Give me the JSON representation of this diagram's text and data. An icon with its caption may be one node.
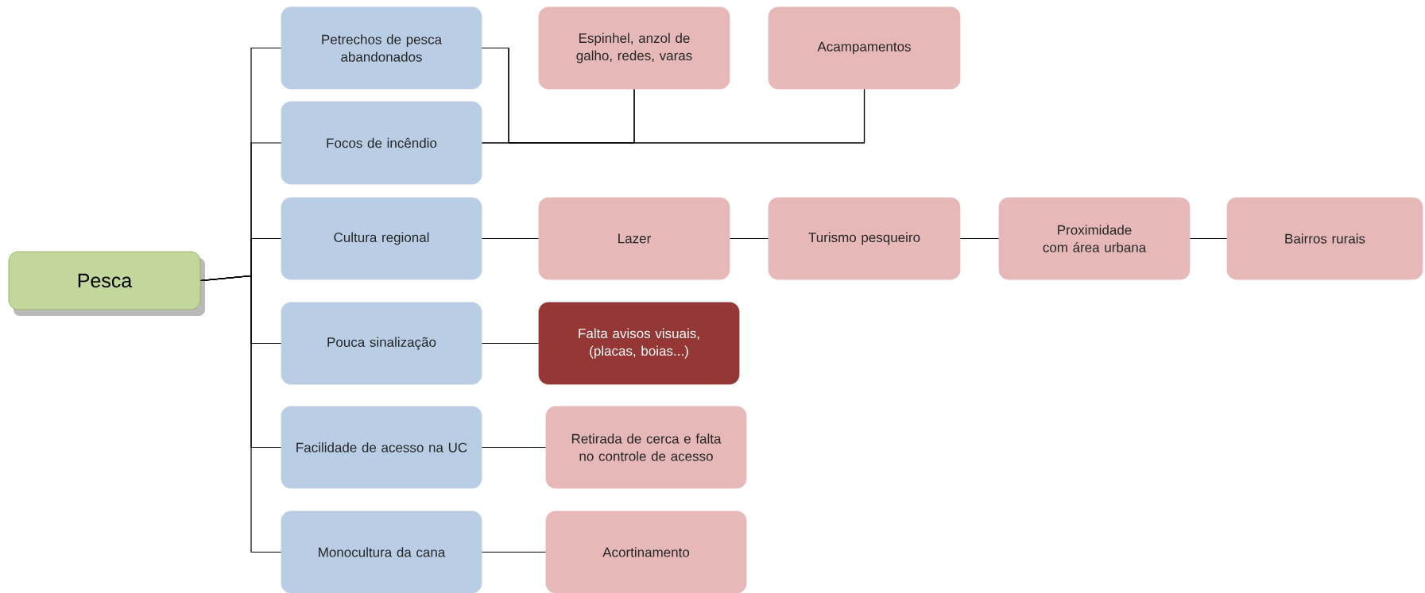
{
  "diagram": {
    "nodes": [
      {
        "text": [
          "Pesca"
        ]
      },
      {
        "text": [
          "Petrechos de pesca abandonados"
        ]
      },
      {
        "text": [
          "Focos de incêndio"
        ]
      },
      {
        "text": [
          "Cultura regional"
        ]
      },
      {
        "text": [
          "Pouca sinalização"
        ]
      },
      {
        "text": [
          "Facilidade de acesso na UC"
        ]
      },
      {
        "text": [
          "Monocultura da cana"
        ]
      },
      {
        "text": [
          "Espinhel, anzol de galho, redes, varas"
        ]
      },
      {
        "text": [
          "Acampamentos"
        ]
      },
      {
        "text": [
          "Lazer"
        ]
      },
      {
        "text": [
          "Turismo pesqueiro"
        ]
      },
      {
        "text": [
          "Proximidade com área urbana"
        ]
      },
      {
        "text": [
          "Bairros rurais"
        ]
      },
      {
        "text": [
          "Falta avisos visuais, (placas, boias...)"
        ]
      },
      {
        "text": [
          "Retirada de cerca e falta no controle de acesso"
        ]
      },
      {
        "text": [
          "Acortinamento"
        ]
      }
    ],
    "edges": [
      {
        "from": 0,
        "to": 1,
        "arrow": "none"
      },
      {
        "from": 0,
        "to": 2,
        "arrow": "none"
      },
      {
        "from": 0,
        "to": 3,
        "arrow": "none"
      },
      {
        "from": 0,
        "to": 4,
        "arrow": "none"
      },
      {
        "from": 0,
        "to": 5,
        "arrow": "none"
      },
      {
        "from": 0,
        "to": 6,
        "arrow": "none"
      },
      {
        "from": 1,
        "to": 7,
        "arrow": "none"
      },
      {
        "from": 1,
        "to": 8,
        "arrow": "none"
      },
      {
        "from": 2,
        "to": 7,
        "arrow": "none"
      },
      {
        "from": 2,
        "to": 8,
        "arrow": "none"
      },
      {
        "from": 3,
        "to": 9,
        "arrow": "none"
      },
      {
        "from": 9,
        "to": 10,
        "arrow": "none"
      },
      {
        "from": 10,
        "to": 11,
        "arrow": "none"
      },
      {
        "from": 11,
        "to": 12,
        "arrow": "none"
      },
      {
        "from": 4,
        "to": 13,
        "arrow": "none"
      },
      {
        "from": 5,
        "to": 14,
        "arrow": "none"
      },
      {
        "from": 6,
        "to": 15,
        "arrow": "none"
      }
    ]
  }
}
